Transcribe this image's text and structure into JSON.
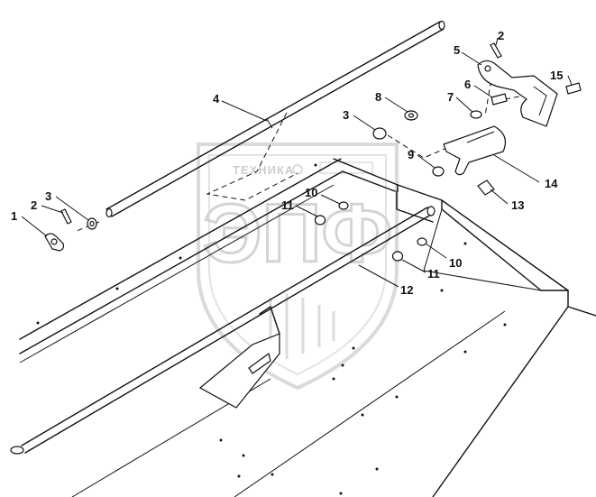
{
  "watermark": {
    "caption": "ТЕХНИКА",
    "big_letters": "ЭПФ"
  },
  "callouts": [
    {
      "id": "c1",
      "label": "1"
    },
    {
      "id": "c2a",
      "label": "2"
    },
    {
      "id": "c2b",
      "label": "2"
    },
    {
      "id": "c3a",
      "label": "3"
    },
    {
      "id": "c3b",
      "label": "3"
    },
    {
      "id": "c4",
      "label": "4"
    },
    {
      "id": "c5",
      "label": "5"
    },
    {
      "id": "c6",
      "label": "6"
    },
    {
      "id": "c7",
      "label": "7"
    },
    {
      "id": "c8",
      "label": "8"
    },
    {
      "id": "c9",
      "label": "9"
    },
    {
      "id": "c10a",
      "label": "10"
    },
    {
      "id": "c10b",
      "label": "10"
    },
    {
      "id": "c11a",
      "label": "11"
    },
    {
      "id": "c11b",
      "label": "11"
    },
    {
      "id": "c12",
      "label": "12"
    },
    {
      "id": "c13",
      "label": "13"
    },
    {
      "id": "c14",
      "label": "14"
    },
    {
      "id": "c15",
      "label": "15"
    }
  ]
}
